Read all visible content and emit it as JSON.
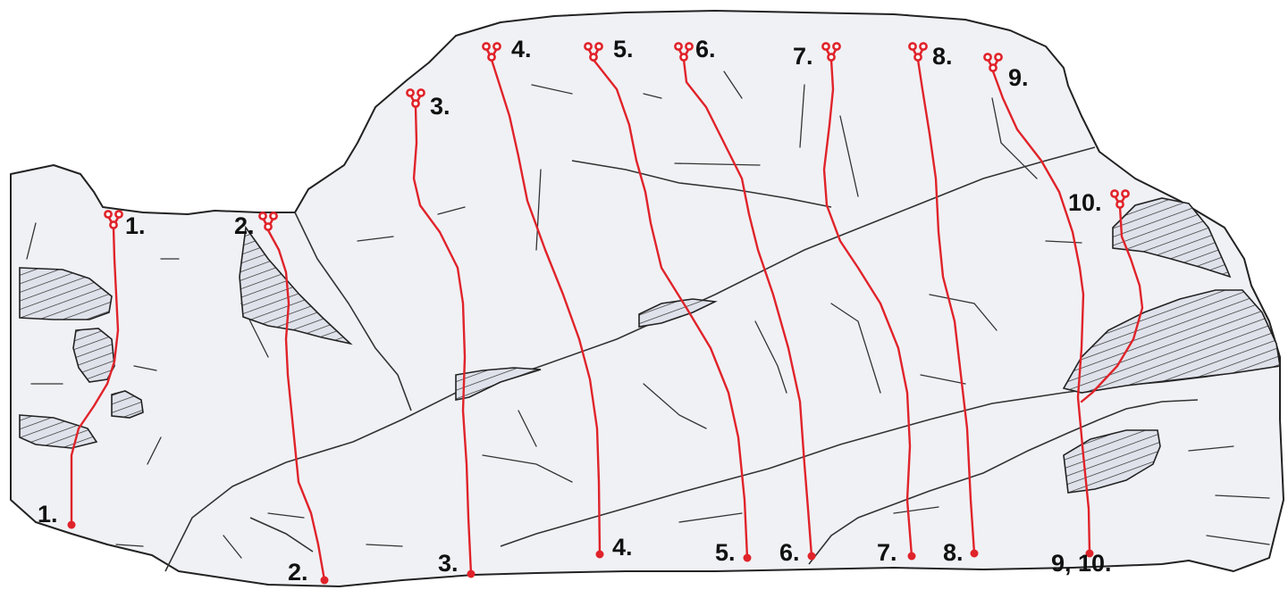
{
  "routes": [
    {
      "id": "1",
      "top_label": "1.",
      "bottom_label": "1."
    },
    {
      "id": "2",
      "top_label": "2.",
      "bottom_label": "2."
    },
    {
      "id": "3",
      "top_label": "3.",
      "bottom_label": "3."
    },
    {
      "id": "4",
      "top_label": "4.",
      "bottom_label": "4."
    },
    {
      "id": "5",
      "top_label": "5.",
      "bottom_label": "5."
    },
    {
      "id": "6",
      "top_label": "6.",
      "bottom_label": "6."
    },
    {
      "id": "7",
      "top_label": "7.",
      "bottom_label": "7."
    },
    {
      "id": "8",
      "top_label": "8.",
      "bottom_label": "8."
    },
    {
      "id": "9",
      "top_label": "9.",
      "bottom_label": ""
    },
    {
      "id": "10",
      "top_label": "10.",
      "bottom_label": ""
    }
  ],
  "shared_start_label": "9, 10.",
  "colors": {
    "route": "#e0232a",
    "rock_fill": "#f0f1f5",
    "outline": "#222222"
  }
}
